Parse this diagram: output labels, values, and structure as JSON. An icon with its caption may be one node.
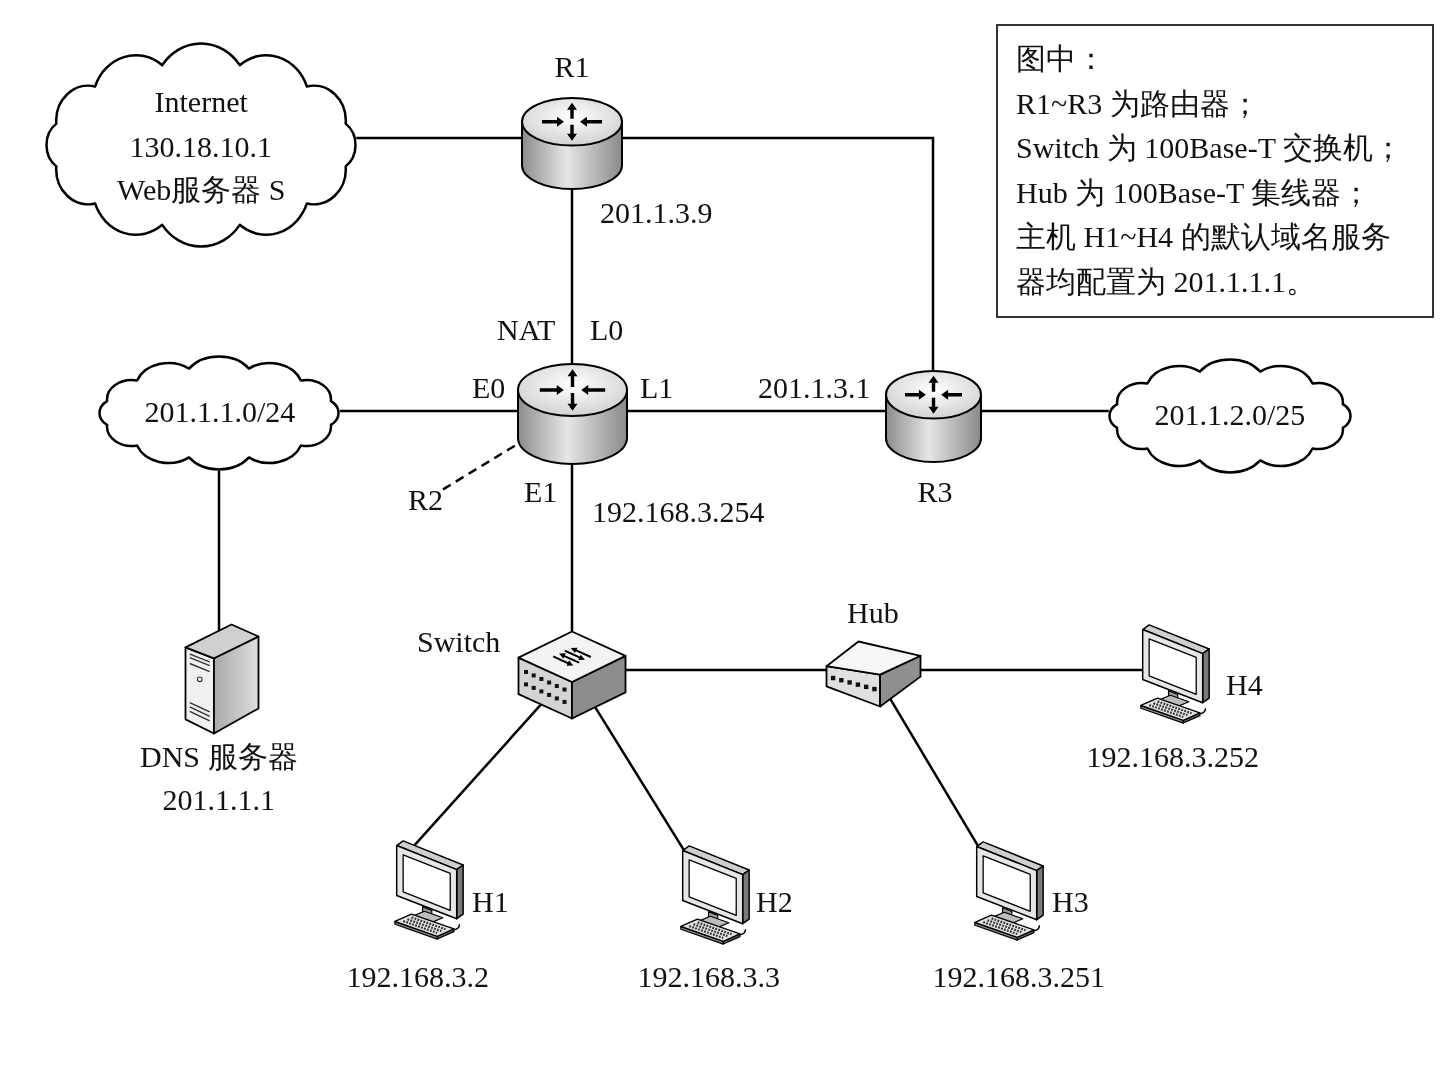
{
  "diagram": {
    "nodes": [
      {
        "text": [
          "Internet",
          "130.18.10.1",
          "Web服务器 S"
        ]
      },
      {
        "text": [
          "R1"
        ],
        "beside": [
          "201.1.3.9"
        ]
      },
      {
        "text": [
          "图中：",
          "R1~R3 为路由器；",
          "Switch 为 100Base-T 交换机；",
          "Hub 为 100Base-T 集线器；",
          "主机 H1~H4 的默认域名服务器均配置为 201.1.1.1。"
        ]
      },
      {
        "text": [
          "201.1.1.0/24"
        ]
      },
      {
        "text": [],
        "shape": "picture",
        "beside": [
          "NAT",
          "L0",
          "E0",
          "L1",
          "E1",
          "192.168.3.254"
        ]
      },
      {
        "text": [
          "R2"
        ]
      },
      {
        "text": [
          "R3"
        ],
        "beside": [
          "201.1.3.1"
        ]
      },
      {
        "text": [
          "201.1.2.0/25"
        ]
      },
      {
        "text": [
          "DNS 服务器"
        ],
        "beside": [
          "201.1.1.1"
        ]
      },
      {
        "text": [
          "Switch"
        ]
      },
      {
        "text": [
          "Hub"
        ]
      },
      {
        "text": [
          "H4"
        ],
        "beside": [
          "192.168.3.252"
        ]
      },
      {
        "text": [
          "H1"
        ],
        "beside": [
          "192.168.3.2"
        ]
      },
      {
        "text": [
          "H2"
        ],
        "beside": [
          "192.168.3.3"
        ]
      },
      {
        "text": [
          "H3"
        ],
        "beside": [
          "192.168.3.251"
        ]
      }
    ],
    "edges": [
      {
        "from": 0,
        "to": 1,
        "arrow": "none"
      },
      {
        "from": 1,
        "to": 6,
        "arrow": "none"
      },
      {
        "from": 1,
        "to": 4,
        "arrow": "none"
      },
      {
        "from": 3,
        "to": 4,
        "arrow": "none"
      },
      {
        "from": 4,
        "to": 6,
        "arrow": "none"
      },
      {
        "from": 6,
        "to": 7,
        "arrow": "none"
      },
      {
        "from": 5,
        "to": 4,
        "arrow": "none",
        "style": "dashed"
      },
      {
        "from": 3,
        "to": 8,
        "arrow": "none"
      },
      {
        "from": 4,
        "to": 9,
        "arrow": "none"
      },
      {
        "from": 9,
        "to": 10,
        "arrow": "none"
      },
      {
        "from": 10,
        "to": 11,
        "arrow": "none"
      },
      {
        "from": 9,
        "to": 12,
        "arrow": "none"
      },
      {
        "from": 9,
        "to": 13,
        "arrow": "none"
      },
      {
        "from": 10,
        "to": 14,
        "arrow": "none"
      }
    ]
  }
}
